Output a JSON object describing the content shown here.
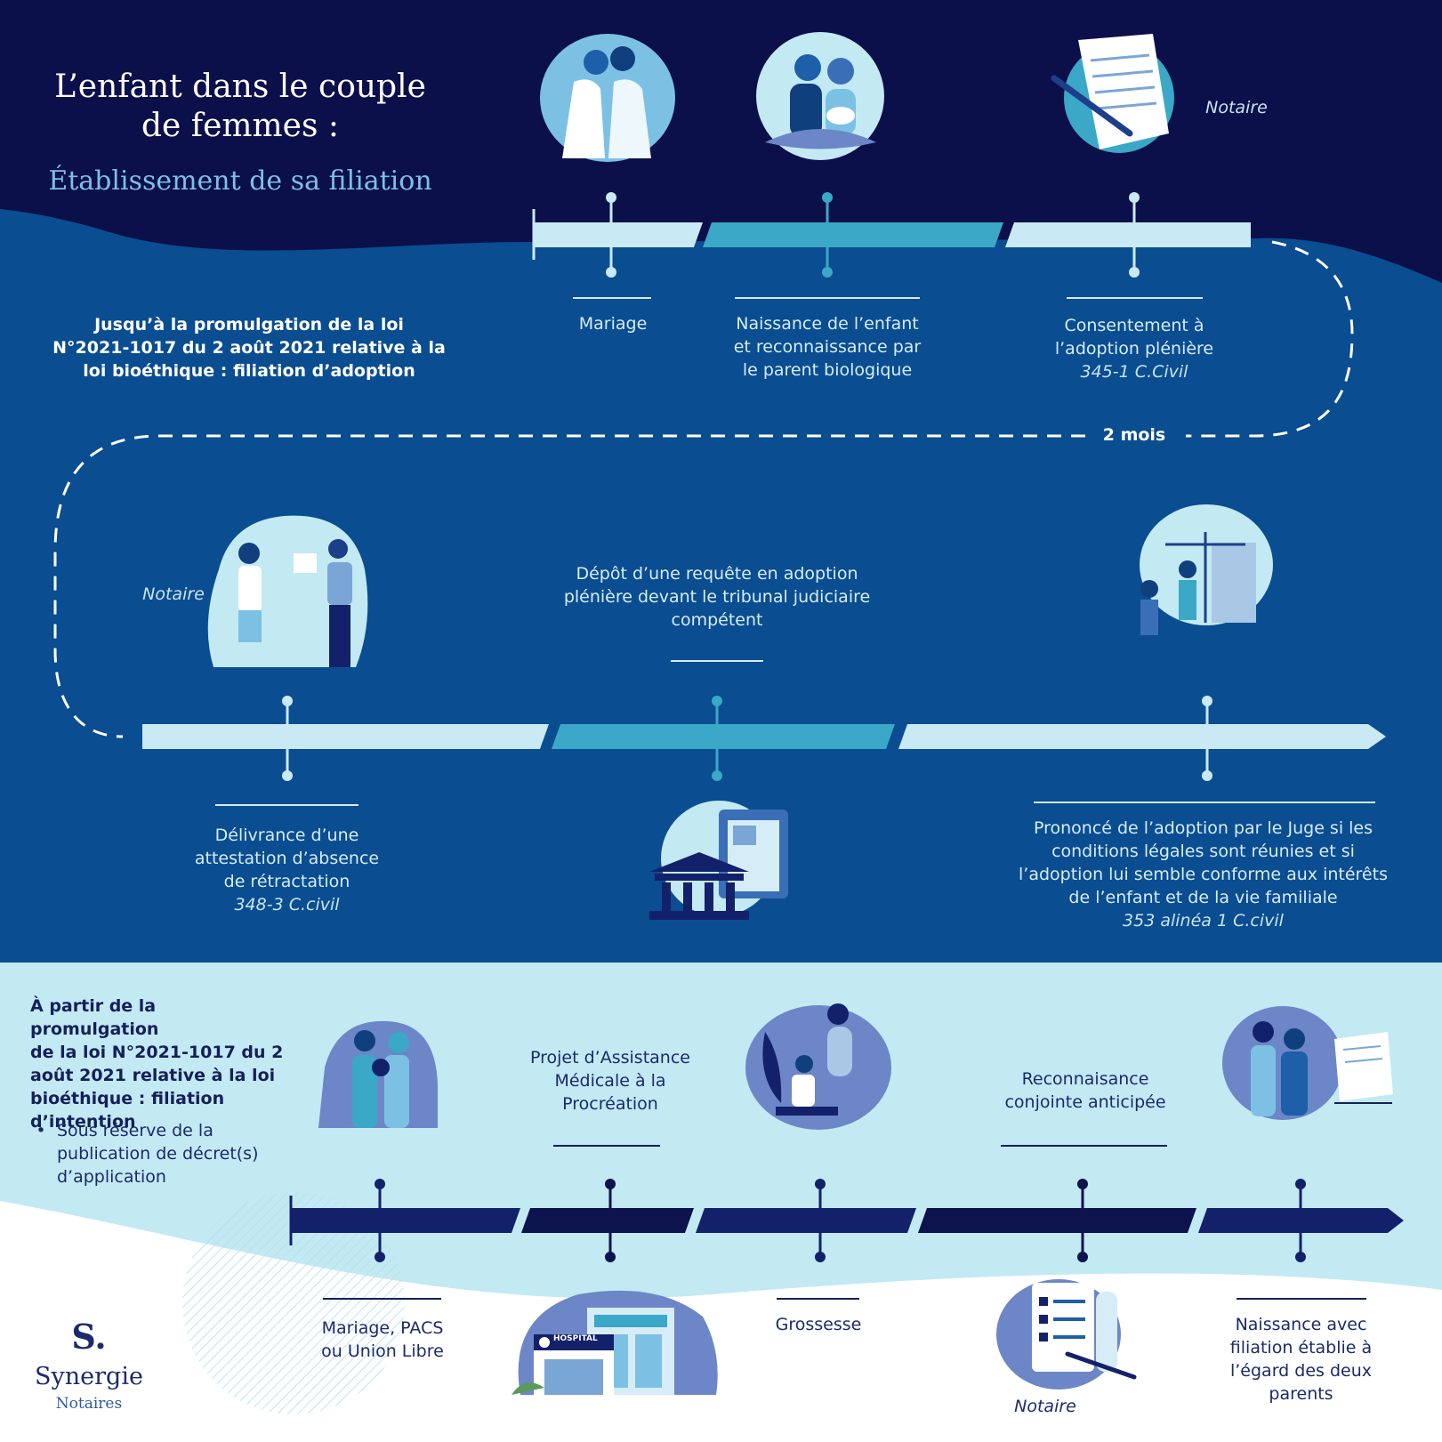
{
  "header": {
    "title_line1": "L’enfant dans le couple",
    "title_line2": "de femmes :",
    "subtitle": "Établissement de sa filiation"
  },
  "section1": {
    "intro": "Jusqu’à la promulgation de la loi\nN°2021-1017 du 2 août 2021 relative à la\nloi bioéthique : filiation d’adoption",
    "notaire_top": "Notaire",
    "step_mariage": "Mariage",
    "step_naissance": "Naissance de l’enfant\net reconnaissance par\nle parent biologique",
    "step_consentement": "Consentement à\nl’adoption plénière",
    "ref_consentement": "345-1 C.Civil",
    "delay": "2 mois",
    "notaire_left": "Notaire",
    "step_depot": "Dépôt d’une requête en adoption\nplénière devant le tribunal judiciaire\ncompétent",
    "step_delivrance": "Délivrance d’une\nattestation d’absence\nde rétractation",
    "ref_delivrance": "348-3 C.civil",
    "step_prononce": "Prononcé de l’adoption par le Juge si les\nconditions légales sont réunies et si\nl’adoption lui semble conforme aux intérêts\nde l’enfant et de la vie familiale",
    "ref_prononce": "353 alinéa 1 C.civil"
  },
  "section2": {
    "intro": "À partir de la promulgation\nde la loi N°2021-1017 du 2\naoût 2021 relative à la loi\nbioéthique : filiation\nd’intention",
    "bullet": "Sous réserve de la\npublication de décret(s)\nd’application",
    "step_mariage": "Mariage, PACS\nou Union Libre",
    "step_pma": "Projet d’Assistance\nMédicale à la\nProcréation",
    "step_grossesse": "Grossesse",
    "step_reconnaissance": "Reconnaisance\nconjointe anticipée",
    "notaire": "Notaire",
    "step_naissance": "Naissance avec\nfiliation établie à\nl’égard des deux\nparents",
    "hospital_sign": "HOSPITAL"
  },
  "logo": {
    "mark": "S.",
    "name": "Synergie",
    "sub": "Notaires"
  },
  "colors": {
    "navy": "#0b0f4a",
    "blue": "#0a4d91",
    "light": "#c3e9f3",
    "bar_light": "#c9eaf4",
    "bar_mid": "#3aa8c6",
    "bar_dark": "#13216b"
  }
}
